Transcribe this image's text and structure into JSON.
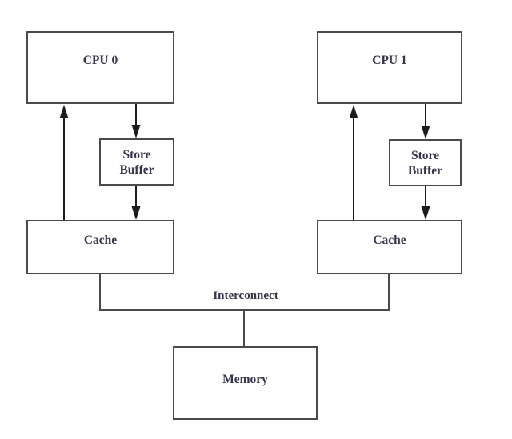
{
  "diagram": {
    "kind": "system-architecture",
    "nodes": {
      "cpu0": {
        "label": "CPU 0"
      },
      "cpu1": {
        "label": "CPU 1"
      },
      "store_buffer0": {
        "lines": [
          "Store",
          "Buffer"
        ]
      },
      "store_buffer1": {
        "lines": [
          "Store",
          "Buffer"
        ]
      },
      "cache0": {
        "label": "Cache"
      },
      "cache1": {
        "label": "Cache"
      },
      "memory": {
        "label": "Memory"
      }
    },
    "labels": {
      "interconnect": "Interconnect"
    },
    "edges": [
      {
        "from": "cache0",
        "to": "cpu0",
        "type": "arrow-up"
      },
      {
        "from": "cpu0",
        "to": "store_buffer0",
        "type": "arrow-down"
      },
      {
        "from": "store_buffer0",
        "to": "cache0",
        "type": "arrow-down"
      },
      {
        "from": "cache1",
        "to": "cpu1",
        "type": "arrow-up"
      },
      {
        "from": "cpu1",
        "to": "store_buffer1",
        "type": "arrow-down"
      },
      {
        "from": "store_buffer1",
        "to": "cache1",
        "type": "arrow-down"
      },
      {
        "from": "cache0",
        "to": "interconnect",
        "type": "line"
      },
      {
        "from": "cache1",
        "to": "interconnect",
        "type": "line"
      },
      {
        "from": "interconnect",
        "to": "memory",
        "type": "line"
      }
    ],
    "colors": {
      "bg": "#ffffff",
      "border": "#4a4a4a",
      "text": "#34344a",
      "arrow": "#1b1b1b"
    }
  }
}
